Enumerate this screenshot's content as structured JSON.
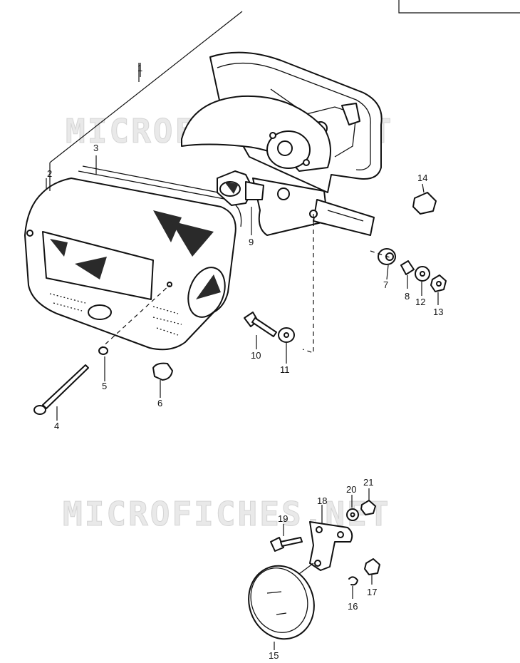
{
  "watermark": {
    "text": "MICROFICHES.NET"
  },
  "callouts": {
    "c1": "1",
    "c2": "2",
    "c3": "3",
    "c4": "4",
    "c5": "5",
    "c6": "6",
    "c7": "7",
    "c8": "8",
    "c9": "9",
    "c10": "10",
    "c11": "11",
    "c12": "12",
    "c13": "13",
    "c14": "14",
    "c15": "15",
    "c16": "16",
    "c17": "17",
    "c18": "18",
    "c19": "19",
    "c20": "20",
    "c21": "21"
  }
}
